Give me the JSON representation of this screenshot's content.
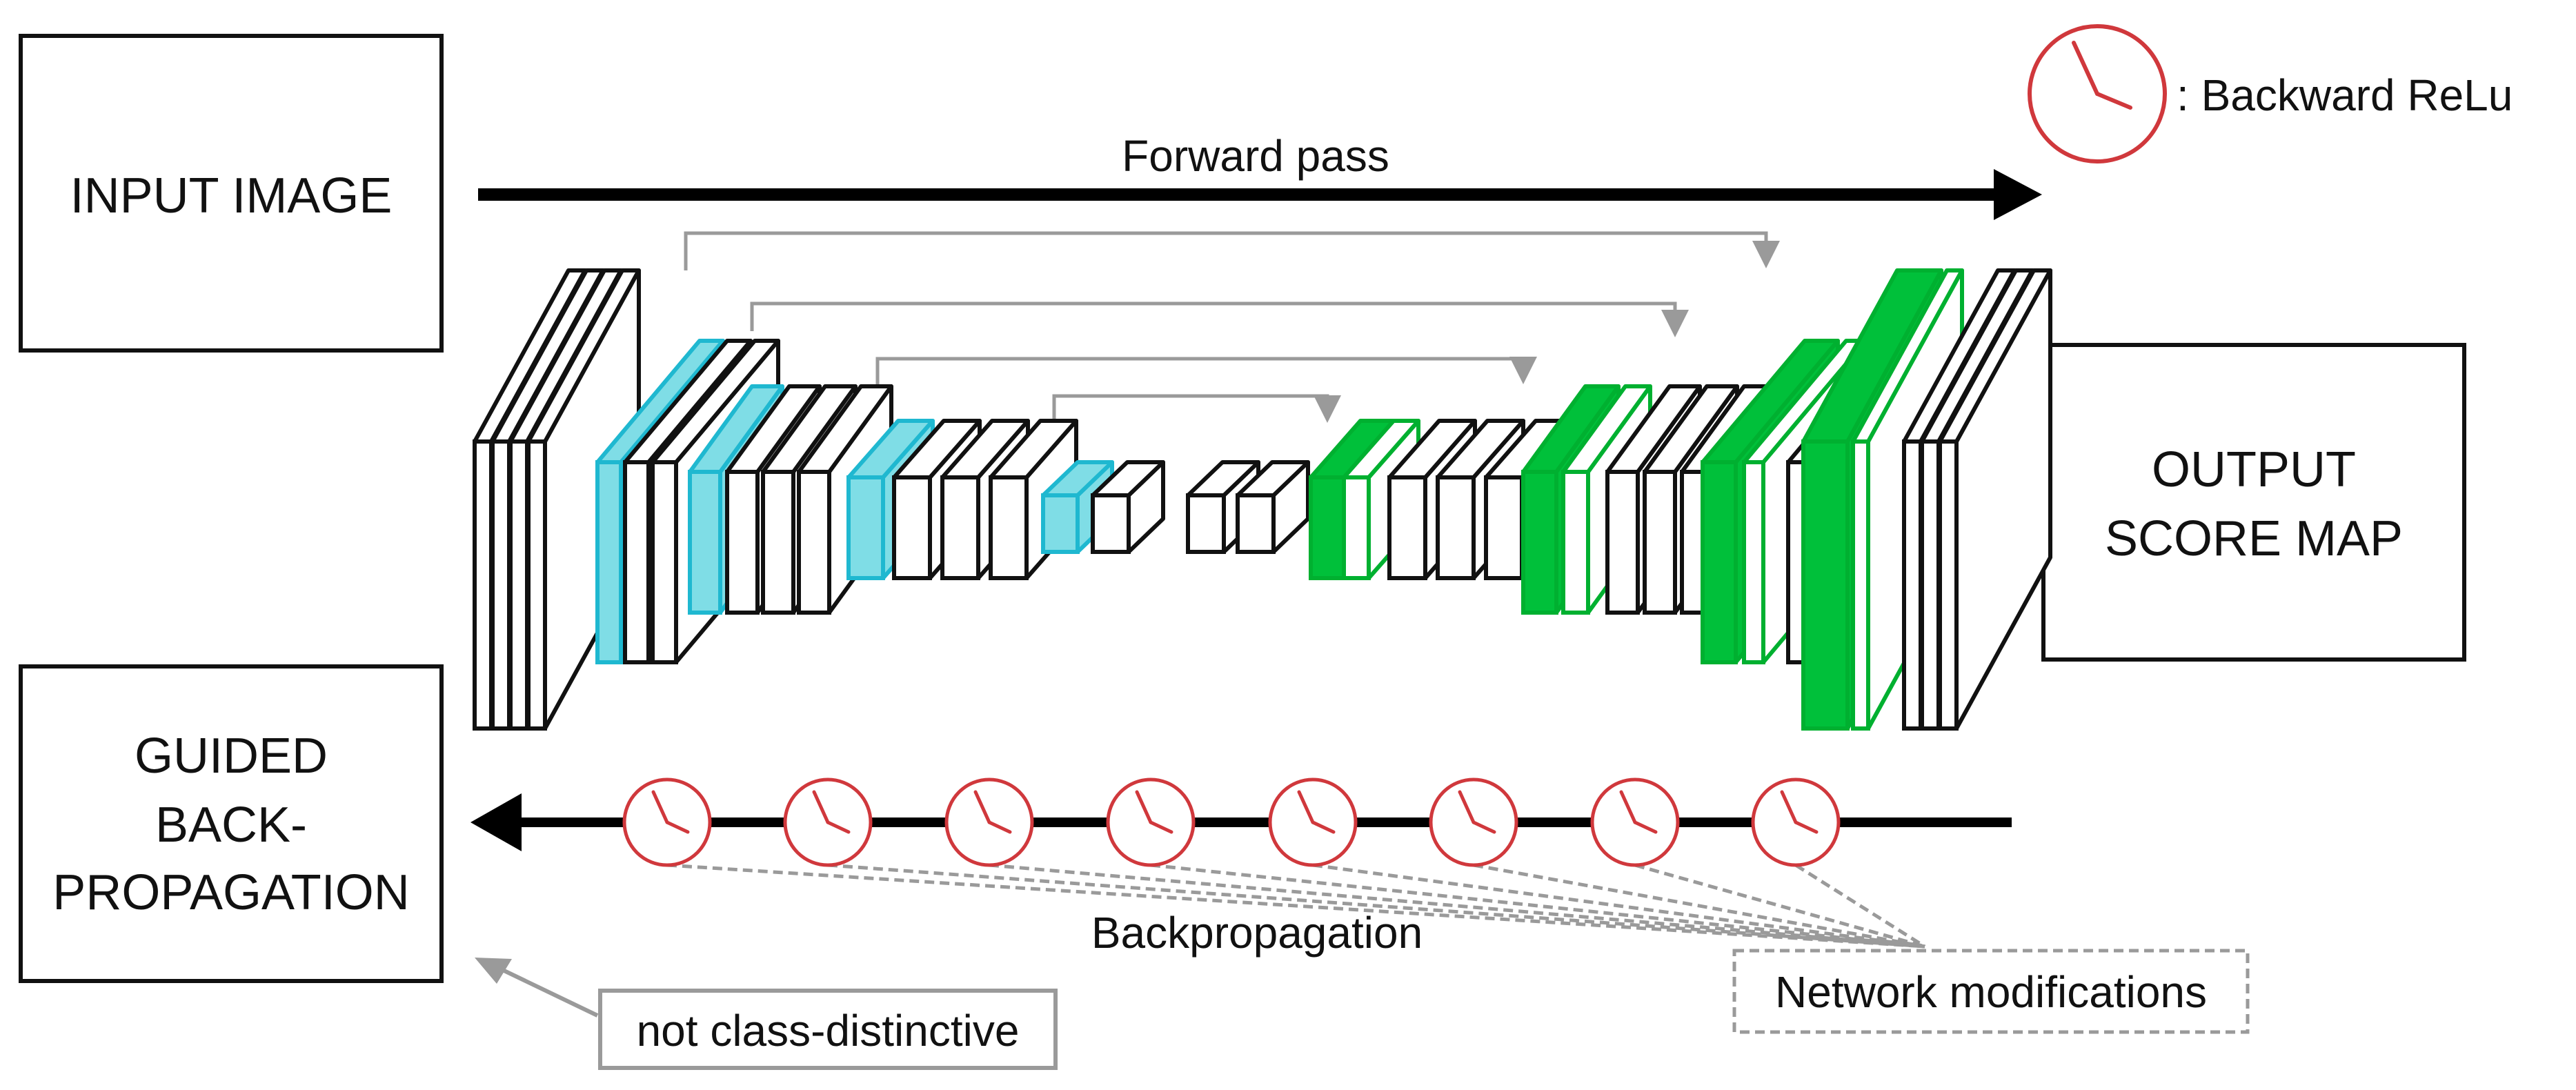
{
  "boxes": {
    "input": {
      "line1": "INPUT IMAGE"
    },
    "output": {
      "line1": "OUTPUT",
      "line2": "SCORE MAP"
    },
    "guided": {
      "line1": "GUIDED",
      "line2": "BACK-",
      "line3": "PROPAGATION"
    }
  },
  "arrows": {
    "forward_label": "Forward pass",
    "backward_label": "Backpropagation"
  },
  "legend": {
    "relu_label": ": Backward ReLu",
    "relu_icon": "clock-icon"
  },
  "annotations": {
    "network_modifications": "Network modifications",
    "not_class_distinctive": "not class-distinctive"
  },
  "colors": {
    "encoder_highlight": "#7fdde6",
    "encoder_stroke": "#1fb8d0",
    "decoder_highlight": "#00c03a",
    "decoder_stroke": "#00b030",
    "relu": "#d0383c",
    "skip": "#9a9a9a"
  }
}
